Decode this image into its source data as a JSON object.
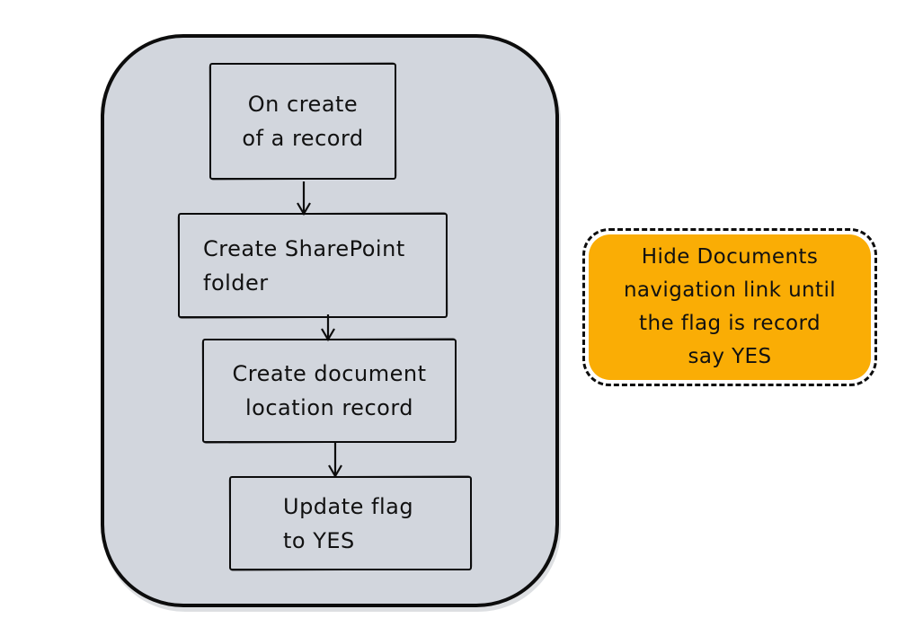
{
  "flow": {
    "nodes": [
      {
        "id": "on-create-of-a-record",
        "lines": [
          "On create",
          "of a record"
        ]
      },
      {
        "id": "create-sharepoint-folder",
        "lines": [
          "Create SharePoint",
          "folder"
        ]
      },
      {
        "id": "create-document-location-record",
        "lines": [
          "Create document",
          "location record"
        ]
      },
      {
        "id": "update-flag-to-yes",
        "lines": [
          "Update flag",
          "to YES"
        ]
      }
    ]
  },
  "note": {
    "lines": [
      "Hide Documents",
      "navigation link until",
      "the flag is record",
      "say YES"
    ]
  },
  "colors": {
    "container_fill": "#D2D6DD",
    "stroke": "#0d0d0d",
    "note_fill": "#FAAD05",
    "text": "#111111",
    "canvas_bg": "#ffffff"
  }
}
